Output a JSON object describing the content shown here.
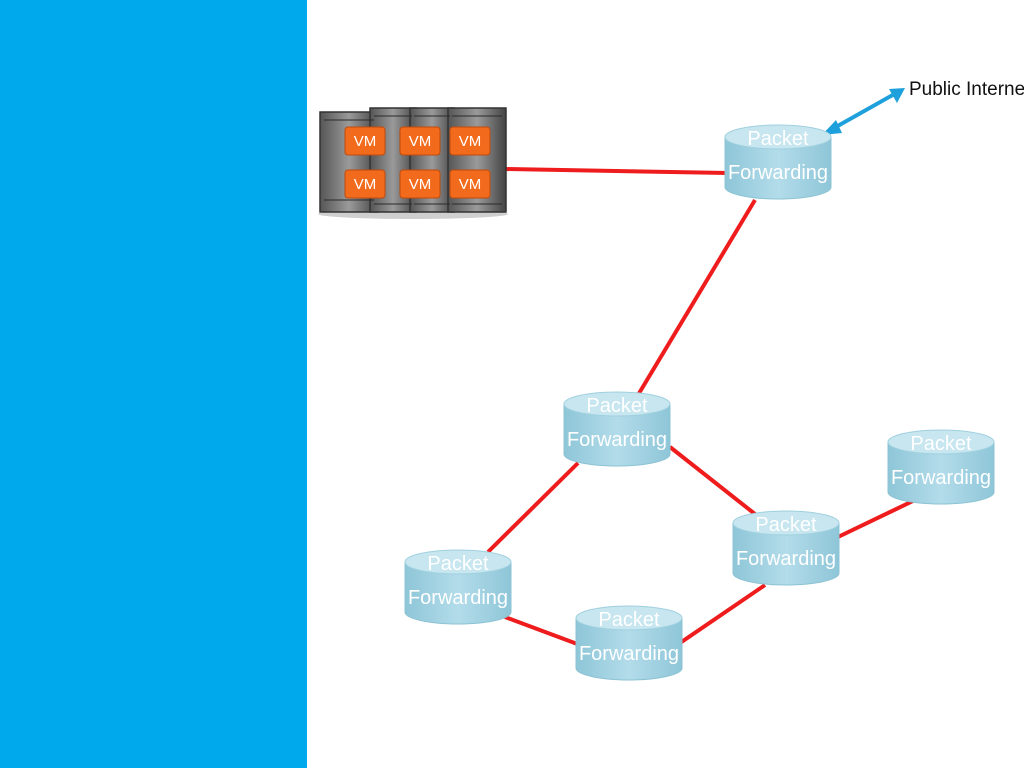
{
  "sidebar": {
    "color": "#00a8ec"
  },
  "colors": {
    "link": "#ee1c1c",
    "node_fill": "#a6d4e2",
    "node_top": "#c7e6ef",
    "vm_box": "#f26b1d",
    "internet_arrow": "#1ea0dc"
  },
  "public_internet": {
    "label": "Public Internet"
  },
  "server": {
    "icon": "server-rack-icon",
    "vms": [
      {
        "label": "VM"
      },
      {
        "label": "VM"
      },
      {
        "label": "VM"
      },
      {
        "label": "VM"
      },
      {
        "label": "VM"
      },
      {
        "label": "VM"
      }
    ]
  },
  "nodes": [
    {
      "id": "n1",
      "line1": "Packet",
      "line2": "Forwarding"
    },
    {
      "id": "n2",
      "line1": "Packet",
      "line2": "Forwarding"
    },
    {
      "id": "n3",
      "line1": "Packet",
      "line2": "Forwarding"
    },
    {
      "id": "n4",
      "line1": "Packet",
      "line2": "Forwarding"
    },
    {
      "id": "n5",
      "line1": "Packet",
      "line2": "Forwarding"
    },
    {
      "id": "n6",
      "line1": "Packet",
      "line2": "Forwarding"
    }
  ]
}
